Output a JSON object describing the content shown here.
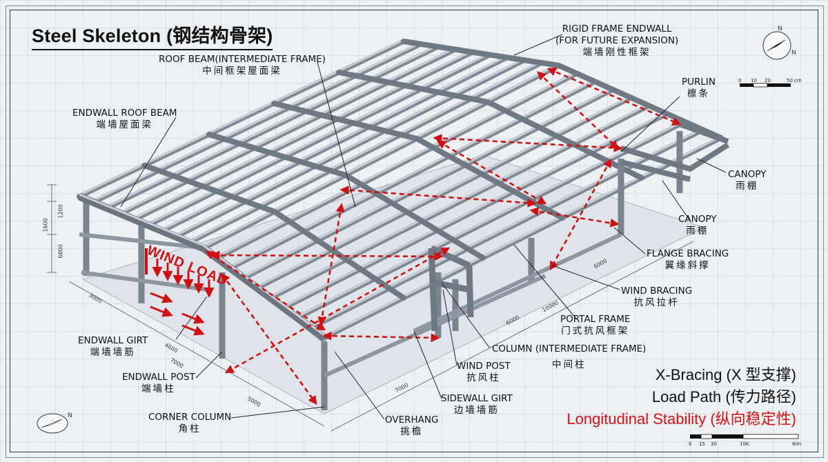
{
  "title": "Steel Skeleton (钢结构骨架)",
  "labels": {
    "rigid_frame_endwall": {
      "en1": "RIGID FRAME ENDWALL",
      "en2": "(FOR FUTURE EXPANSION)",
      "zh": "端墙刚性框架"
    },
    "roof_beam": {
      "en": "ROOF BEAM(INTERMEDIATE FRAME)",
      "zh": "中间框架屋面梁"
    },
    "purlin": {
      "en": "PURLIN",
      "zh": "檩条"
    },
    "endwall_roof_beam": {
      "en": "ENDWALL ROOF BEAM",
      "zh": "端墙屋面梁"
    },
    "canopy_upper": {
      "en": "CANOPY",
      "zh": "雨棚"
    },
    "canopy_lower": {
      "en": "CANOPY",
      "zh": "雨棚"
    },
    "flange_bracing": {
      "en": "FLANGE BRACING",
      "zh": "翼缘斜撑"
    },
    "wind_bracing": {
      "en": "WIND BRACING",
      "zh": "抗风拉杆"
    },
    "portal_frame": {
      "en": "PORTAL FRAME",
      "zh": "门式抗风框架"
    },
    "column_intermediate": {
      "en": "COLUMN (INTERMEDIATE FRAME)",
      "zh": "中间柱"
    },
    "endwall_girt": {
      "en": "ENDWALL GIRT",
      "zh": "端墙墙筋"
    },
    "endwall_post": {
      "en": "ENDWALL POST",
      "zh": "端墙柱"
    },
    "wind_post": {
      "en": "WIND POST",
      "zh": "抗风柱"
    },
    "sidewall_girt": {
      "en": "SIDEWALL GIRT",
      "zh": "边墙墙筋"
    },
    "corner_column": {
      "en": "CORNER COLUMN",
      "zh": "角柱"
    },
    "overhang": {
      "en": "OVERHANG",
      "zh": "挑檐"
    }
  },
  "wind_load": "WIND LOAD",
  "legend": {
    "x_bracing": "X-Bracing (X 型支撑)",
    "load_path": "Load Path (传力路径)",
    "longitudinal_stability": "Longitudinal Stability (纵向稳定性)"
  },
  "dimensions": {
    "d1600": "1600",
    "d1200": "1200",
    "d6800": "6800",
    "d3000": "3000",
    "d4600": "4600",
    "d7000a": "7000",
    "d5000": "5000",
    "d7000b": "7000",
    "d6000a": "6000",
    "d10000": "10000",
    "d6000b": "6000"
  },
  "compass": {
    "north": "N"
  },
  "scale_top": {
    "t0": "0",
    "t10": "10",
    "t20": "20",
    "t50": "50 cm"
  },
  "scale_bottom": {
    "t0": "0",
    "t15": "15",
    "t30": "30",
    "t10k": "10K",
    "t8im": "8im"
  },
  "colors": {
    "red": "#d11111",
    "steel_light": "#b9c2cc",
    "steel_dark": "#5d6772",
    "ink": "#111111"
  }
}
